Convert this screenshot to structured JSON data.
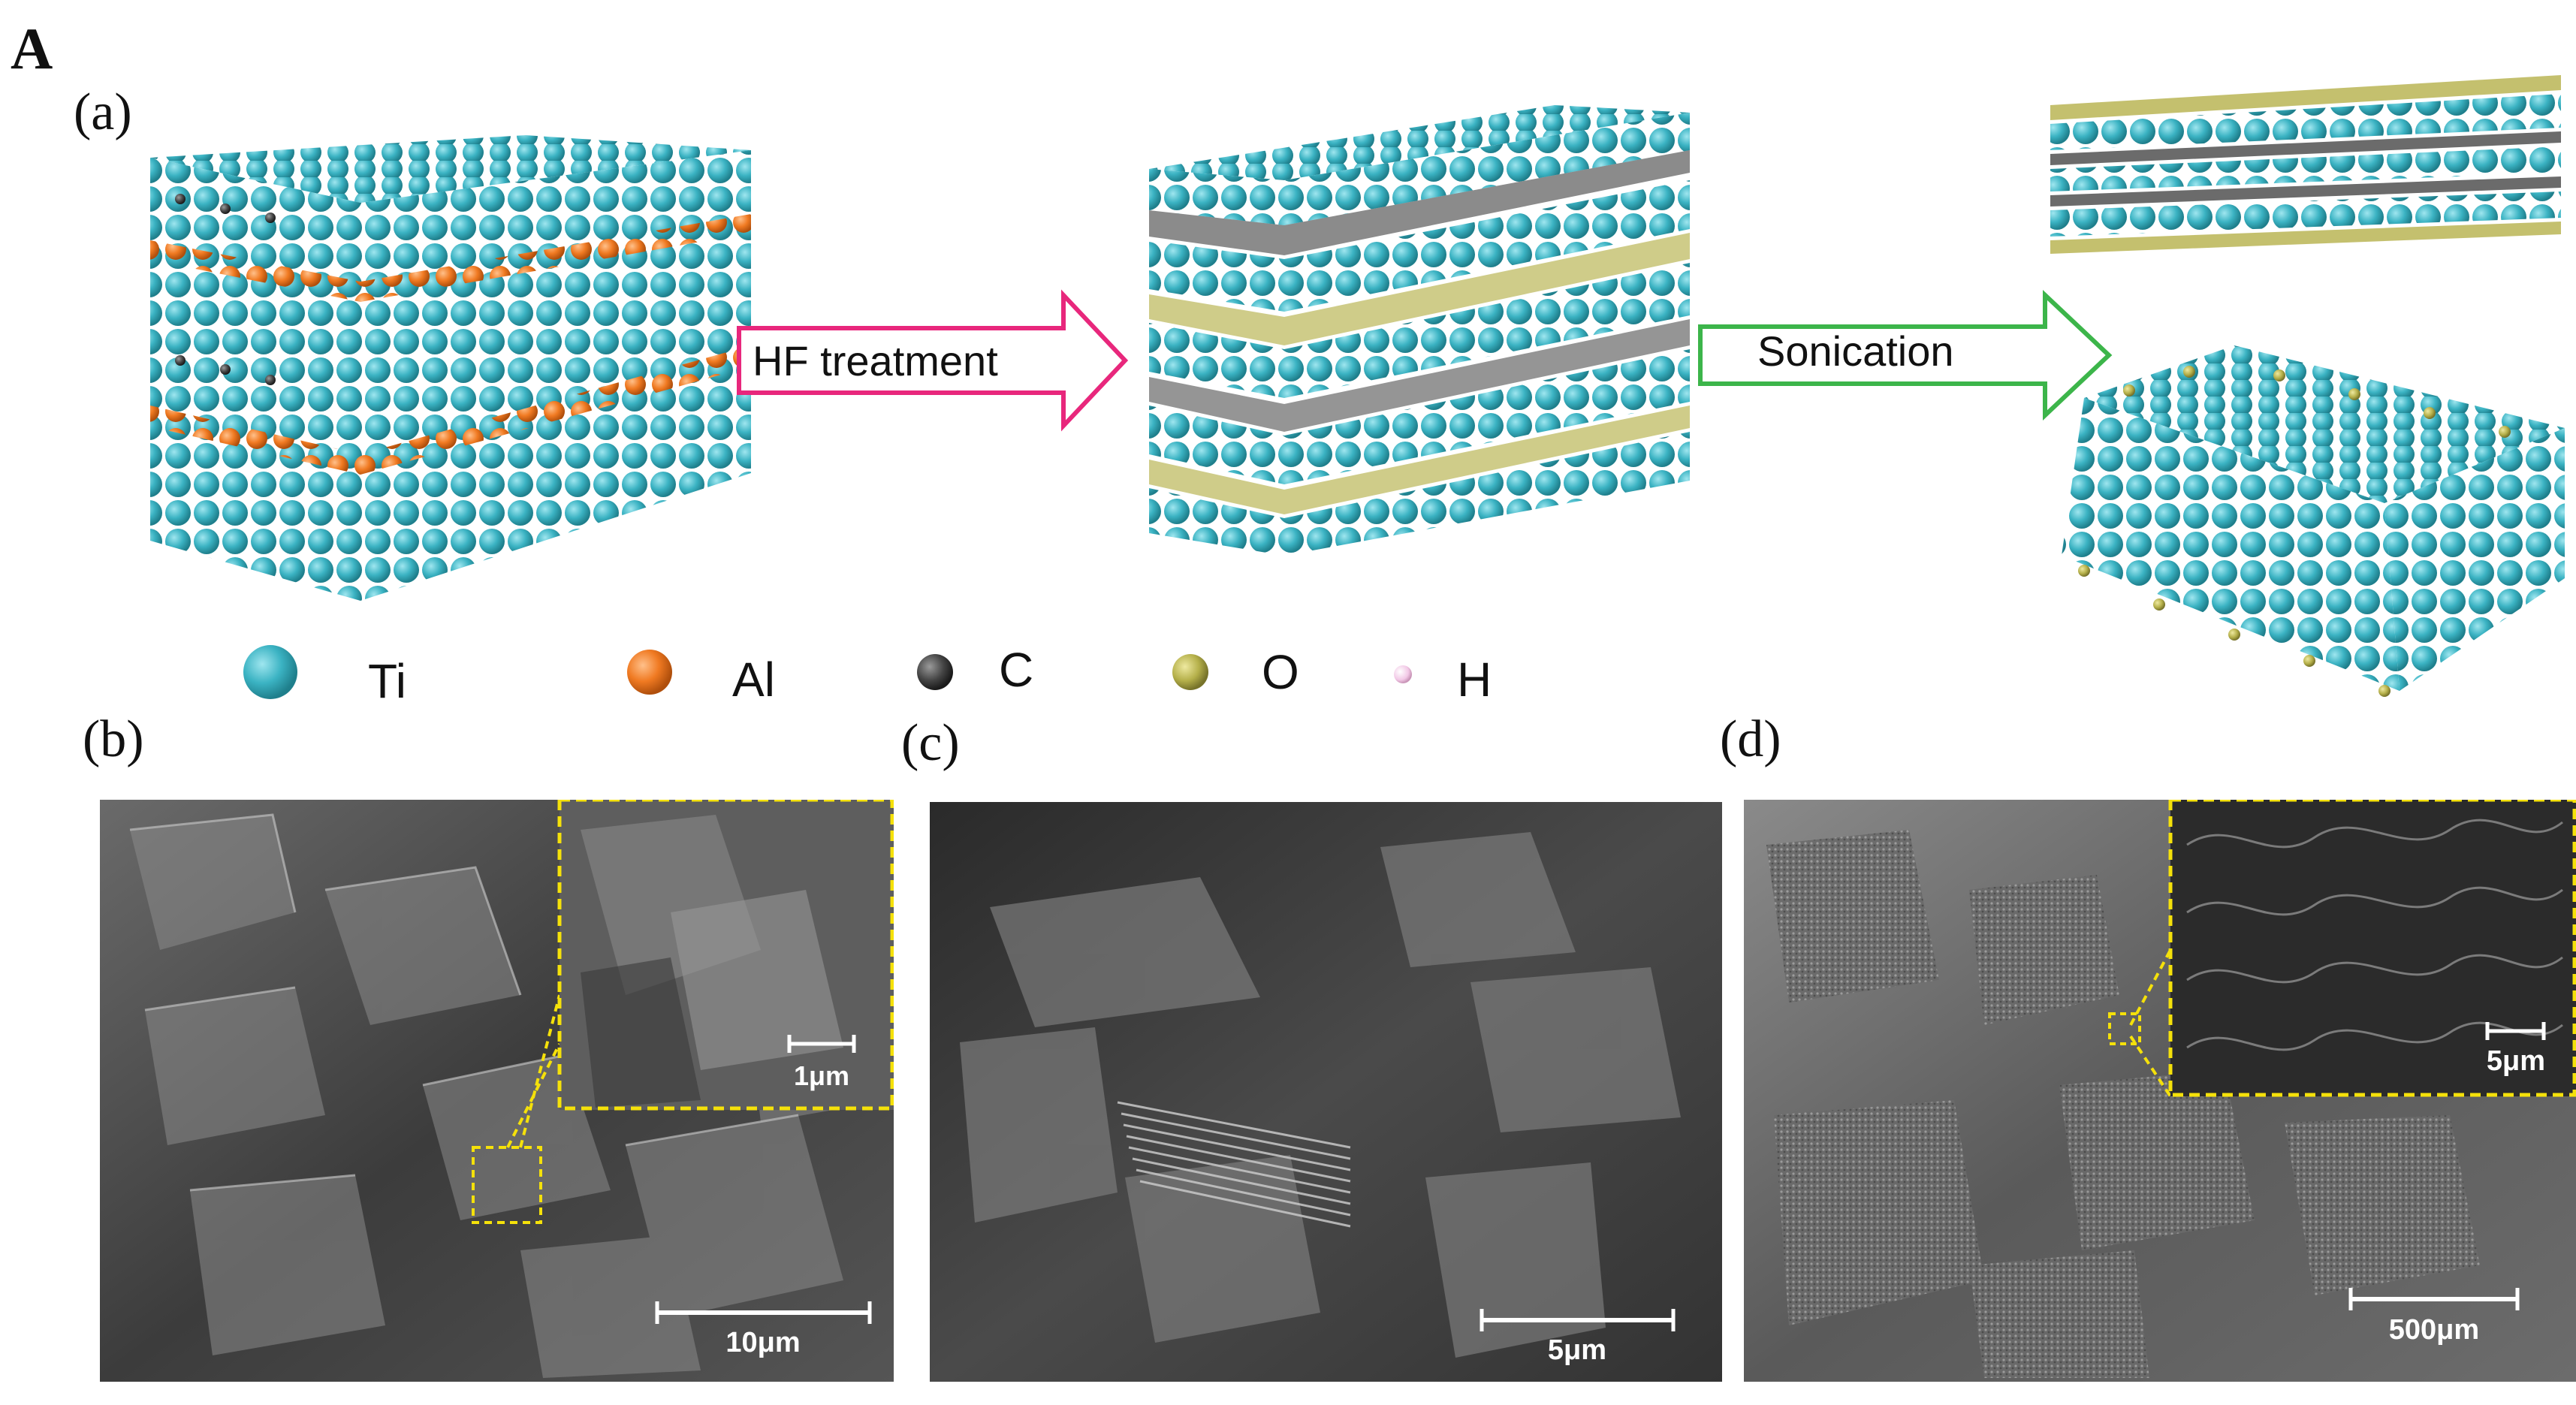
{
  "figure": {
    "panel_letter": "A",
    "subfigure_labels": {
      "a": "(a)",
      "b": "(b)",
      "c": "(c)",
      "d": "(d)"
    },
    "arrows": {
      "hf": {
        "label": "HF treatment",
        "color": "#e8277c"
      },
      "sonication": {
        "label": "Sonication",
        "color": "#3cb54a"
      }
    },
    "legend": [
      {
        "symbol": "Ti",
        "color": "#3bb3c3"
      },
      {
        "symbol": "Al",
        "color": "#f07a22"
      },
      {
        "symbol": "C",
        "color": "#444444"
      },
      {
        "symbol": "O",
        "color": "#b5b04a"
      },
      {
        "symbol": "H",
        "color": "#f2c8e6"
      }
    ],
    "sem_images": {
      "b": {
        "scale_bar": "10μm",
        "inset_scale_bar": "1μm"
      },
      "c": {
        "scale_bar": "5μm"
      },
      "d": {
        "scale_bar": "500μm",
        "inset_scale_bar": "5μm"
      }
    },
    "highlight_color": "#f5e10a"
  }
}
